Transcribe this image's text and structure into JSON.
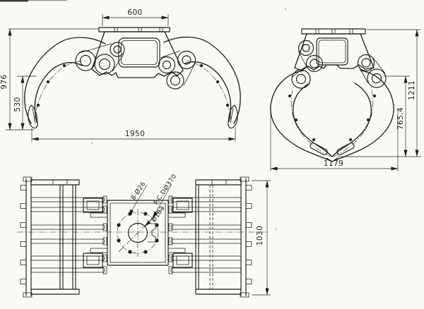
{
  "drawing": {
    "front_view": {
      "dims": {
        "top_width": "600",
        "overall_height": "976",
        "tip_height": "530",
        "overall_width": "1950"
      }
    },
    "side_view": {
      "dims": {
        "overall_height": "1211",
        "jaw_height": "765.4",
        "overall_width": "1179"
      }
    },
    "plan_view": {
      "dims": {
        "overall_depth": "1030"
      },
      "labels": {
        "bolt_holes": "8-Ø26",
        "pitch_circle": "P.C.DØ370",
        "center_bore": "Ø183"
      }
    },
    "colors": {
      "ink": "#1f1f1f",
      "paper": "#faf9f5"
    }
  }
}
